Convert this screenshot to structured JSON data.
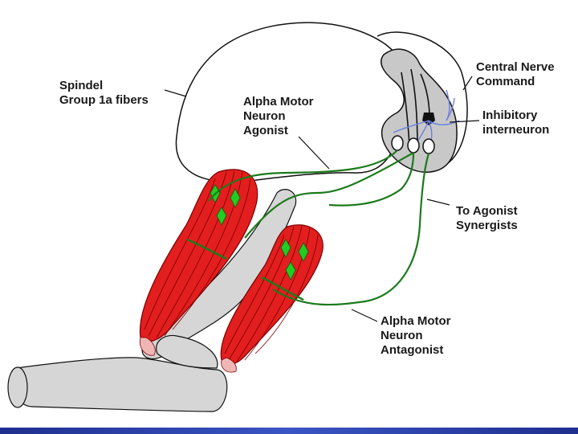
{
  "labels": {
    "spindle": [
      "Spindel",
      "Group 1a fibers"
    ],
    "alpha_agonist": [
      "Alpha Motor",
      "Neuron",
      "Agonist"
    ],
    "central_command": [
      "Central Nerve",
      "Command"
    ],
    "inhibitory": [
      "Inhibitory",
      "interneuron"
    ],
    "synergists": [
      "To Agonist",
      "Synergists"
    ],
    "alpha_antagonist": [
      "Alpha Motor",
      "Neuron",
      "Antagonist"
    ]
  },
  "colors": {
    "muscle": "#e21e1e",
    "spindle": "#22cc22",
    "nerve": "#1c7a1c",
    "interneuron": "#6a7fe0",
    "cord": "#c8c8c8",
    "bone": "#d6d6d6",
    "outline": "#111111"
  }
}
